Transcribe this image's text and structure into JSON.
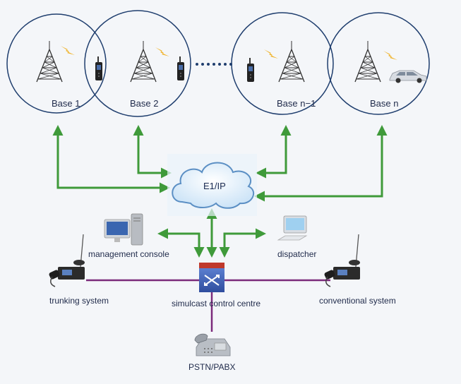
{
  "bases": [
    {
      "label": "Base 1"
    },
    {
      "label": "Base 2"
    },
    {
      "label": "Base n−1"
    },
    {
      "label": "Base n"
    }
  ],
  "network": {
    "label": "E1/IP"
  },
  "nodes": {
    "management_console": "management console",
    "dispatcher": "dispatcher",
    "trunking_system": "trunking system",
    "simulcast_centre": "simulcast control centre",
    "conventional_system": "conventional system",
    "pstn": "PSTN/PABX"
  },
  "colors": {
    "circle_stroke": "#1f3e6e",
    "arrow": "#3f9a3a",
    "purple_link": "#7b2a7b",
    "tower": "#333333",
    "lightning": "#f0b020"
  },
  "icons": [
    "tower-icon",
    "handheld-radio-icon",
    "lightning-icon",
    "car-icon",
    "cloud-icon",
    "computer-icon",
    "mobile-radio-icon",
    "switch-icon",
    "telephone-icon"
  ]
}
